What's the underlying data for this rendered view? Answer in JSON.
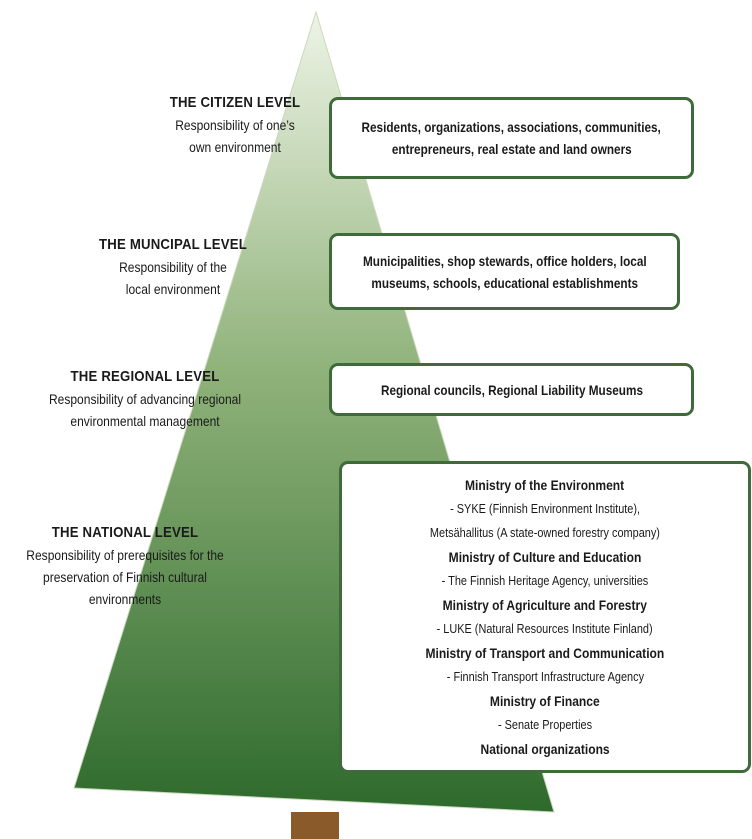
{
  "levels": [
    {
      "title": "THE CITIZEN LEVEL",
      "desc_lines": [
        "Responsibility of one’s",
        "own environment"
      ]
    },
    {
      "title": "THE MUNCIPAL LEVEL",
      "desc_lines": [
        "Responsibility of the",
        "local environment"
      ]
    },
    {
      "title": "THE REGIONAL LEVEL",
      "desc_lines": [
        "Responsibility of advancing regional",
        "environmental management"
      ]
    },
    {
      "title": "THE NATIONAL LEVEL",
      "desc_lines": [
        "Responsibility of prerequisites for the",
        "preservation of Finnish cultural",
        "environments"
      ]
    }
  ],
  "boxes": {
    "citizen": [
      "Residents, organizations, associations, communities,",
      "entrepreneurs, real estate and land owners"
    ],
    "municipal": [
      "Municipalities, shop stewards, office holders, local",
      "museums, schools, educational establishments"
    ],
    "regional": [
      "Regional councils, Regional Liability Museums"
    ],
    "national": [
      {
        "name": "Ministry of the Environment",
        "subs": [
          "- SYKE (Finnish Environment Institute),",
          "Metsähallitus (A state-owned forestry company)"
        ]
      },
      {
        "name": "Ministry of Culture and Education",
        "subs": [
          "- The Finnish Heritage Agency, universities"
        ]
      },
      {
        "name": "Ministry of Agriculture and Forestry",
        "subs": [
          "- LUKE (Natural Resources Institute Finland)"
        ]
      },
      {
        "name": "Ministry of Transport and Communication",
        "subs": [
          "- Finnish Transport Infrastructure Agency"
        ]
      },
      {
        "name": "Ministry of Finance",
        "subs": [
          "- Senate Properties"
        ]
      },
      {
        "name": "National organizations",
        "subs": []
      }
    ]
  },
  "colors": {
    "tree_top": "#eef4e6",
    "tree_bottom": "#2e6a2c",
    "trunk": "#8a5a2b",
    "box_border": "#3f6b3a"
  }
}
